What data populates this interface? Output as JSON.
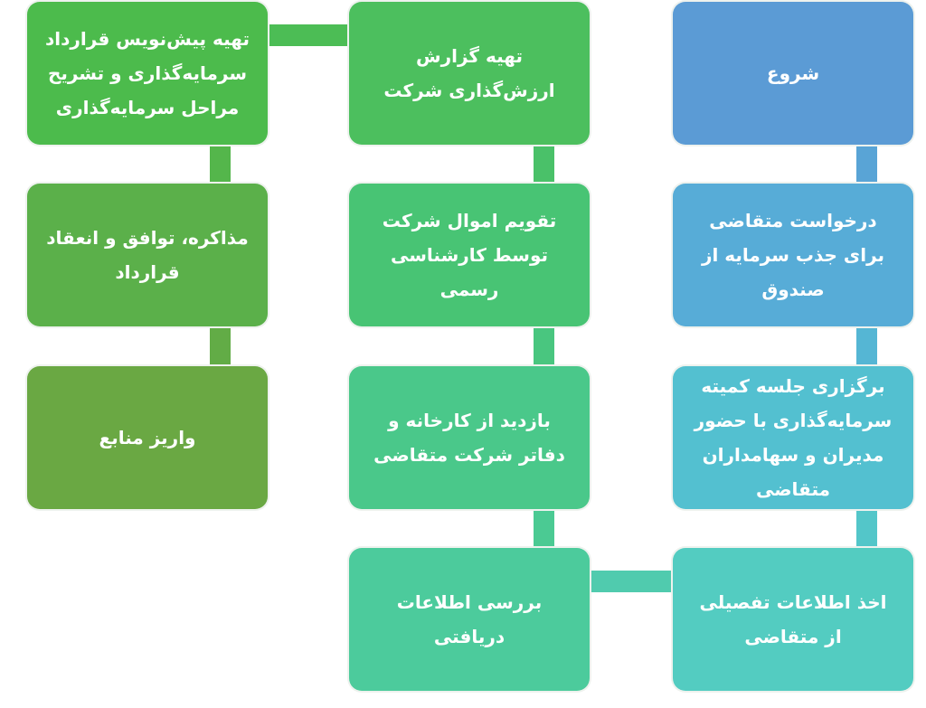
{
  "colors": {
    "start": "#5b9bd5",
    "request": "#57acd7",
    "committee": "#53c0d0",
    "info": "#53ccc1",
    "review": "#4ccb9c",
    "visit": "#4ac88a",
    "appraisal": "#48c474",
    "report": "#4cbf5e",
    "draft": "#4cbb4c",
    "negotiate": "#5bb04a",
    "deposit": "#6aa843"
  },
  "steps": {
    "start": "شروع",
    "request": "درخواست متقاضی برای جذب سرمایه از صندوق",
    "committee": "برگزاری جلسه کمیته سرمایه‌گذاری با حضور مدیران و سهامداران متقاضی",
    "info": "اخذ اطلاعات تفصیلی از متقاضی",
    "review": "بررسی اطلاعات دریافتی",
    "visit": "بازدید از کارخانه و دفاتر شرکت متقاضی",
    "appraisal": "تقویم اموال شرکت توسط کارشناسی رسمی",
    "report": "تهیه گزارش ارزش‌گذاری شرکت",
    "draft": "تهیه پیش‌نویس قرارداد سرمایه‌گذاری و تشریح مراحل سرمایه‌گذاری",
    "negotiate": "مذاکره، توافق و انعقاد قرارداد",
    "deposit": "واریز منابع"
  }
}
